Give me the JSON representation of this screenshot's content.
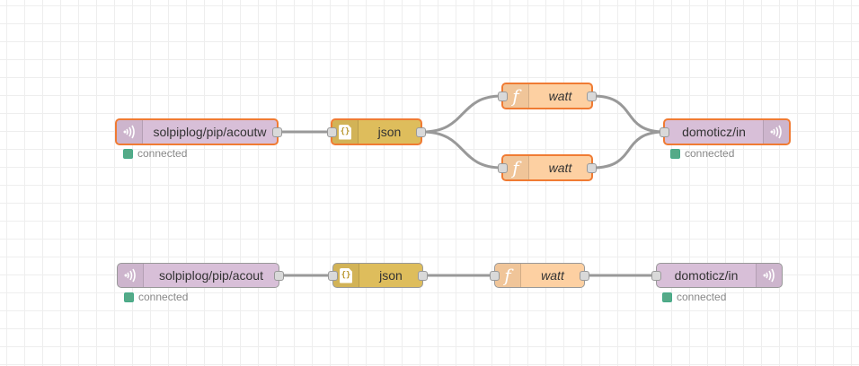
{
  "canvas": {
    "grid_color": "#eeeeee",
    "wire_color": "#999999",
    "selection_color": "#f07b33"
  },
  "flow1": {
    "mqtt_in": {
      "label": "solpiplog/pip/acoutw",
      "status": "connected",
      "icon": "mqtt-wave-icon"
    },
    "json": {
      "label": "json",
      "icon": "json-file-icon"
    },
    "function_top": {
      "label": "watt",
      "icon": "function-icon"
    },
    "function_bottom": {
      "label": "watt",
      "icon": "function-icon"
    },
    "mqtt_out": {
      "label": "domoticz/in",
      "status": "connected",
      "icon": "mqtt-wave-icon"
    }
  },
  "flow2": {
    "mqtt_in": {
      "label": "solpiplog/pip/acout",
      "status": "connected",
      "icon": "mqtt-wave-icon"
    },
    "json": {
      "label": "json",
      "icon": "json-file-icon"
    },
    "function": {
      "label": "watt",
      "icon": "function-icon"
    },
    "mqtt_out": {
      "label": "domoticz/in",
      "status": "connected",
      "icon": "mqtt-wave-icon"
    }
  },
  "colors": {
    "mqtt_node": "#d8bfd8",
    "json_node": "#debd5c",
    "function_node": "#fdd0a2",
    "status_connected": "#55aa88"
  }
}
